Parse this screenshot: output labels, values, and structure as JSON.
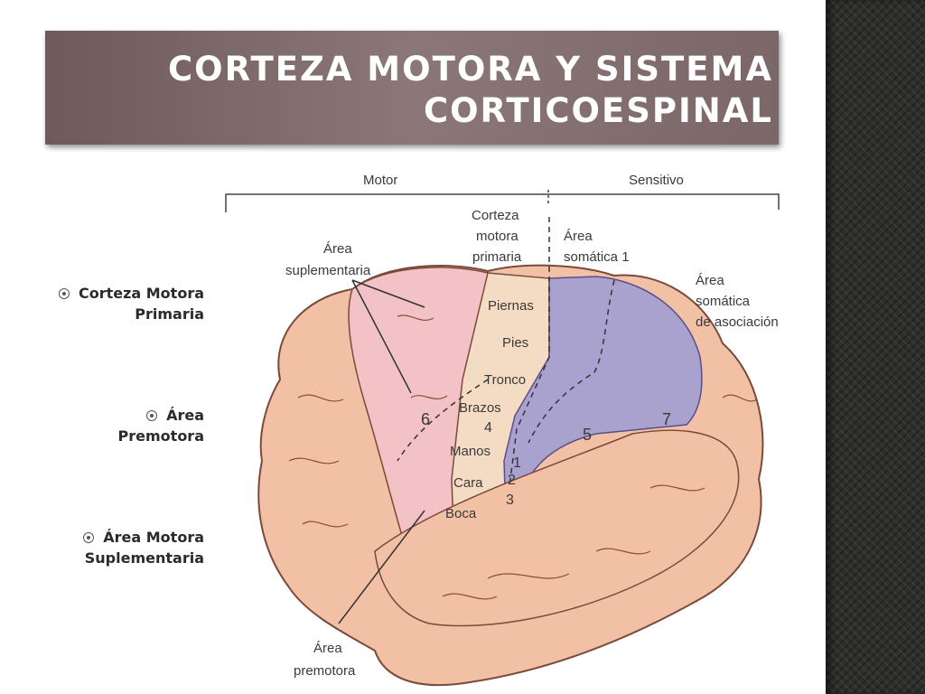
{
  "slide": {
    "title_line1": "CORTEZA MOTORA Y SISTEMA",
    "title_line2": "CORTICOESPINAL"
  },
  "bullets": [
    {
      "line1": "Corteza Motora",
      "line2": "Primaria"
    },
    {
      "line1": "Área",
      "line2": "Premotora"
    },
    {
      "line1": "Área Motora",
      "line2": "Suplementaria"
    }
  ],
  "diagram": {
    "header_motor": "Motor",
    "header_sensitivo": "Sensitivo",
    "corteza_motora_primaria": [
      "Corteza",
      "motora",
      "primaria"
    ],
    "area_somatica_1": [
      "Área",
      "somática 1"
    ],
    "area_suplementaria": [
      "Área",
      "suplementaria"
    ],
    "area_somatica_asociacion": [
      "Área",
      "somática",
      "de asociación"
    ],
    "area_premotora": [
      "Área",
      "premotora"
    ],
    "body_parts": [
      "Piernas",
      "Pies",
      "Tronco",
      "Brazos",
      "Manos",
      "Cara",
      "Boca"
    ],
    "numbers": [
      "6",
      "4",
      "5",
      "7",
      "3",
      "2",
      "1"
    ],
    "colors": {
      "motor_region": "#f2c2c6",
      "primary_motor": "#f4dcc4",
      "sensory_region": "#a9a2cf",
      "brain_base": "#f2c0a4",
      "outline": "#7a4a3a"
    }
  }
}
